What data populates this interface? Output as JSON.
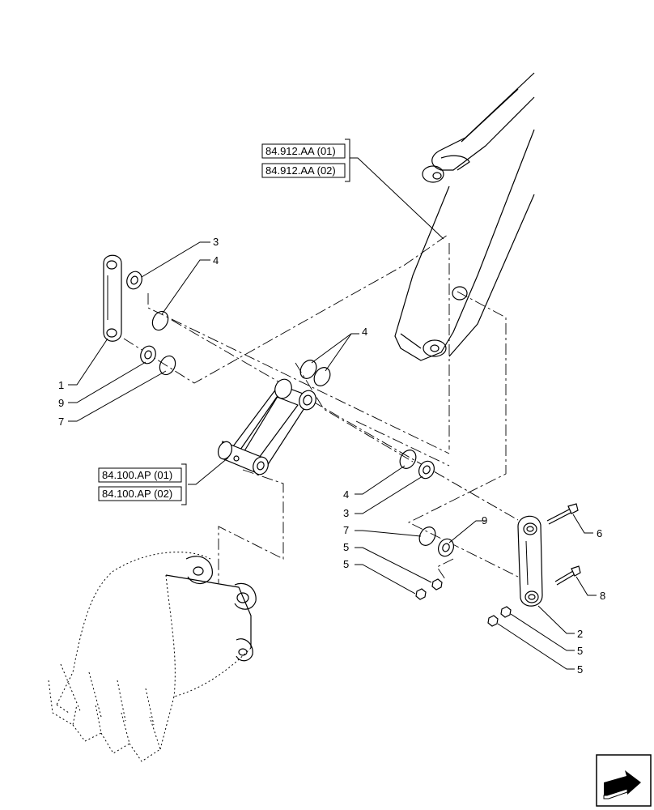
{
  "references": {
    "boom_ref_1": "84.912.AA (01)",
    "boom_ref_2": "84.912.AA (02)",
    "link_ref_1": "84.100.AP (01)",
    "link_ref_2": "84.100.AP (02)"
  },
  "callouts": {
    "c1": "1",
    "c2": "2",
    "c3_top": "3",
    "c3_mid": "3",
    "c4_top": "4",
    "c4_center": "4",
    "c4_mid": "4",
    "c5_a": "5",
    "c5_b": "5",
    "c5_c": "5",
    "c5_d": "5",
    "c6": "6",
    "c7_left": "7",
    "c7_mid": "7",
    "c8": "8",
    "c9_left": "9",
    "c9_mid": "9"
  },
  "icons": {
    "nav": "next-page-arrow-icon"
  }
}
